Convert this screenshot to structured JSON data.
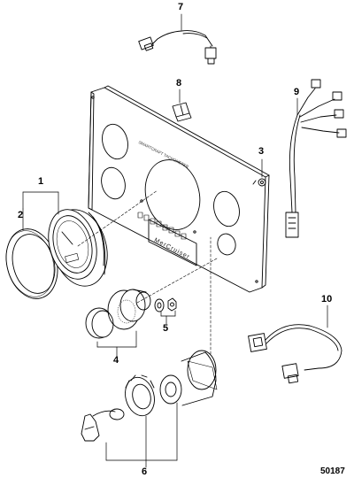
{
  "callouts": {
    "c1": "1",
    "c2": "2",
    "c3": "3",
    "c4": "4",
    "c5": "5",
    "c6": "6",
    "c7": "7",
    "c8": "8",
    "c9": "9",
    "c10": "10"
  },
  "panel": {
    "header_text": "SMARTCRAFT TACHOMETER",
    "brand_text": "MerCruiser"
  },
  "figure_id": "50187"
}
